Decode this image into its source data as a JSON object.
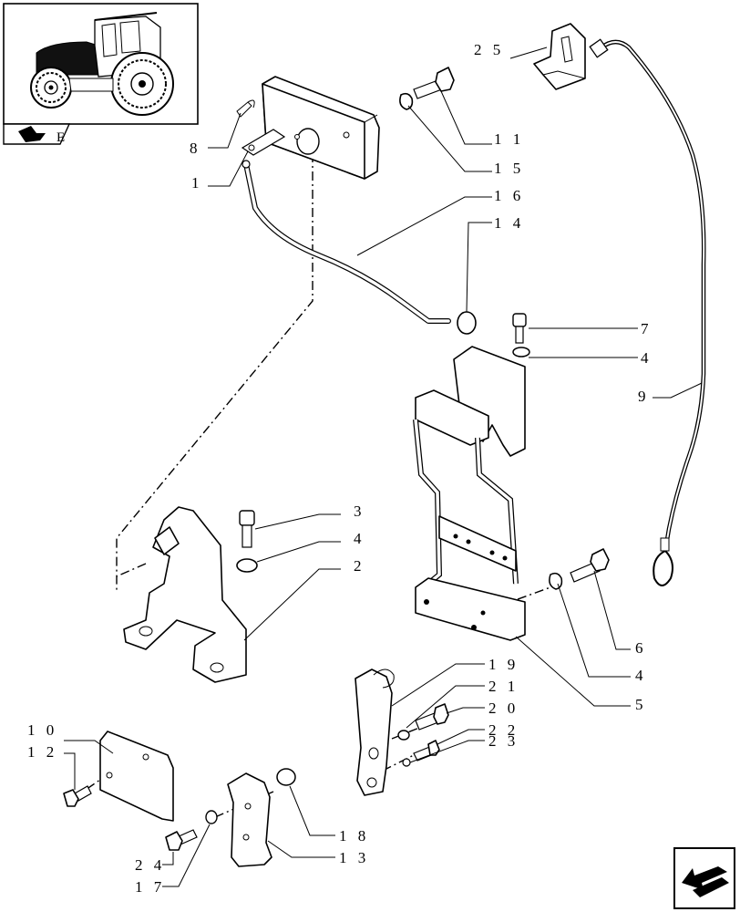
{
  "diagram": {
    "labels": {
      "l25": "2 5",
      "l11": "1 1",
      "l15": "1 5",
      "l8": "8",
      "l1": "1",
      "l16": "1 6",
      "l14": "1 4",
      "l7": "7",
      "l4a": "4",
      "l9": "9",
      "l3": "3",
      "l4b": "4",
      "l2": "2",
      "l6": "6",
      "l4c": "4",
      "l5": "5",
      "l19": "1 9",
      "l21": "2 1",
      "l20": "2 0",
      "l22": "2 2",
      "l23": "2 3",
      "l10": "1 0",
      "l12": "1 2",
      "l18": "1 8",
      "l13": "1 3",
      "l24": "2 4",
      "l17": "1 7"
    },
    "thumbnail": {
      "letter": "E",
      "icon": "tractor-icon"
    },
    "nav_icon": "next-page-arrow-icon"
  }
}
